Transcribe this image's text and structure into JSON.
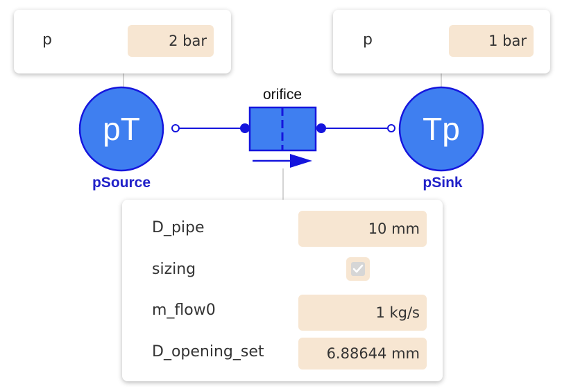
{
  "source_params": {
    "p_label": "p",
    "p_value": "2 bar"
  },
  "sink_params": {
    "p_label": "p",
    "p_value": "1 bar"
  },
  "components": {
    "source": {
      "icon_text": "pT",
      "name": "pSource"
    },
    "orifice": {
      "name": "orifice"
    },
    "sink": {
      "icon_text": "Tp",
      "name": "pSink"
    }
  },
  "orifice_params": {
    "d_pipe": {
      "label": "D_pipe",
      "value": "10 mm"
    },
    "sizing": {
      "label": "sizing",
      "checked": true
    },
    "m_flow0": {
      "label": "m_flow0",
      "value": "1 kg/s"
    },
    "d_opening_set": {
      "label": "D_opening_set",
      "value": "6.88644 mm"
    }
  },
  "colors": {
    "component_fill": "#3f7ff0",
    "component_stroke": "#1515dd",
    "label_blue": "#2020c8",
    "field_bg": "#f7e6d2"
  }
}
